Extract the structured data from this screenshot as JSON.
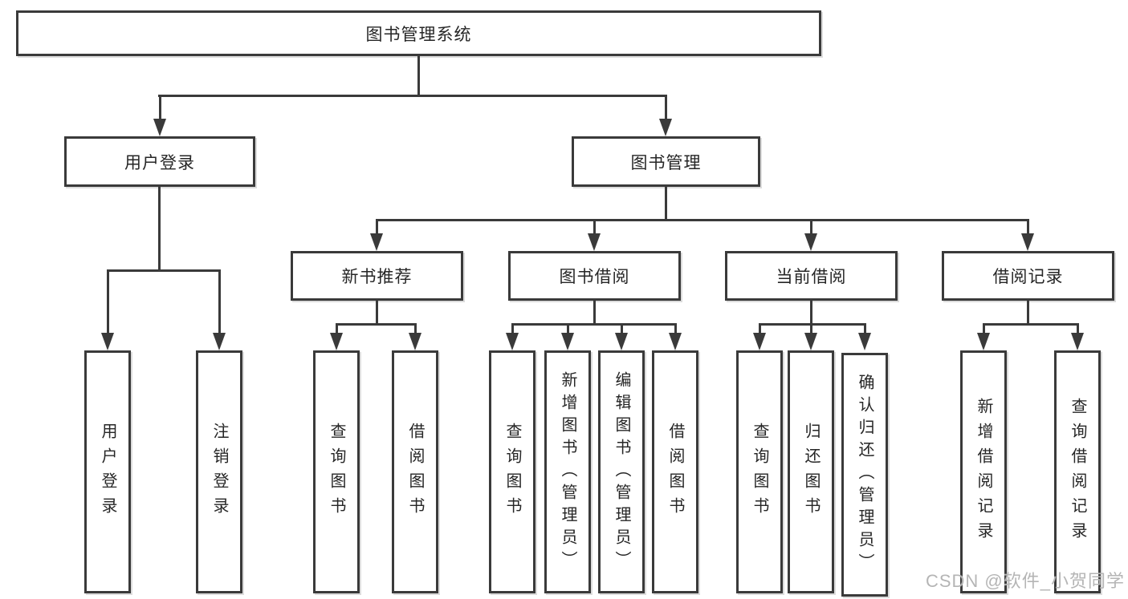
{
  "diagram": {
    "root": {
      "label": "图书管理系统"
    },
    "branches": {
      "user_login": {
        "label": "用户登录",
        "children": [
          "用户登录",
          "注销登录"
        ]
      },
      "book_management": {
        "label": "图书管理",
        "sections": {
          "new_books": {
            "label": "新书推荐",
            "children": [
              "查询图书",
              "借阅图书"
            ]
          },
          "book_borrowing": {
            "label": "图书借阅",
            "children": [
              "查询图书",
              "新增图书（管理员）",
              "编辑图书（管理员）",
              "借阅图书"
            ]
          },
          "current_borrowing": {
            "label": "当前借阅",
            "children": [
              "查询图书",
              "归还图书",
              "确认归还（管理员）"
            ]
          },
          "borrow_records": {
            "label": "借阅记录",
            "children": [
              "新增借阅记录",
              "查询借阅记录"
            ]
          }
        }
      }
    }
  },
  "watermark": {
    "text": "CSDN @软件_小贺同学"
  },
  "colors": {
    "line": "#3a3a3a",
    "text": "#262626",
    "watermark": "#b5b5b5",
    "background": "#ffffff"
  }
}
